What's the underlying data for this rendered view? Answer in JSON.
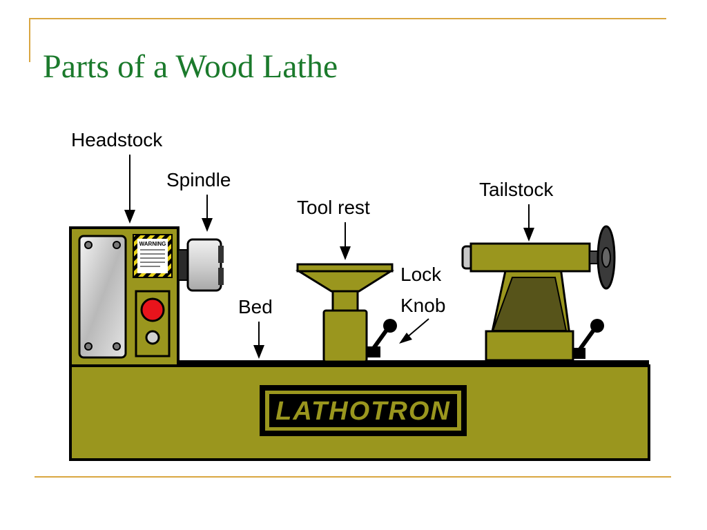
{
  "slide": {
    "title": "Parts of a Wood Lathe"
  },
  "diagram": {
    "labels": {
      "headstock": "Headstock",
      "spindle": "Spindle",
      "tool_rest": "Tool rest",
      "lock_knob_line1": "Lock",
      "lock_knob_line2": "Knob",
      "bed": "Bed",
      "tailstock": "Tailstock"
    },
    "brand": "LATHOTRON",
    "warning_heading": "WARNING",
    "colors": {
      "body": "#9a961e",
      "outline": "#000000",
      "frame": "#d9a640",
      "title": "#1b7a2c",
      "button": "#e8141c",
      "panel": "#c9c9c9"
    }
  }
}
